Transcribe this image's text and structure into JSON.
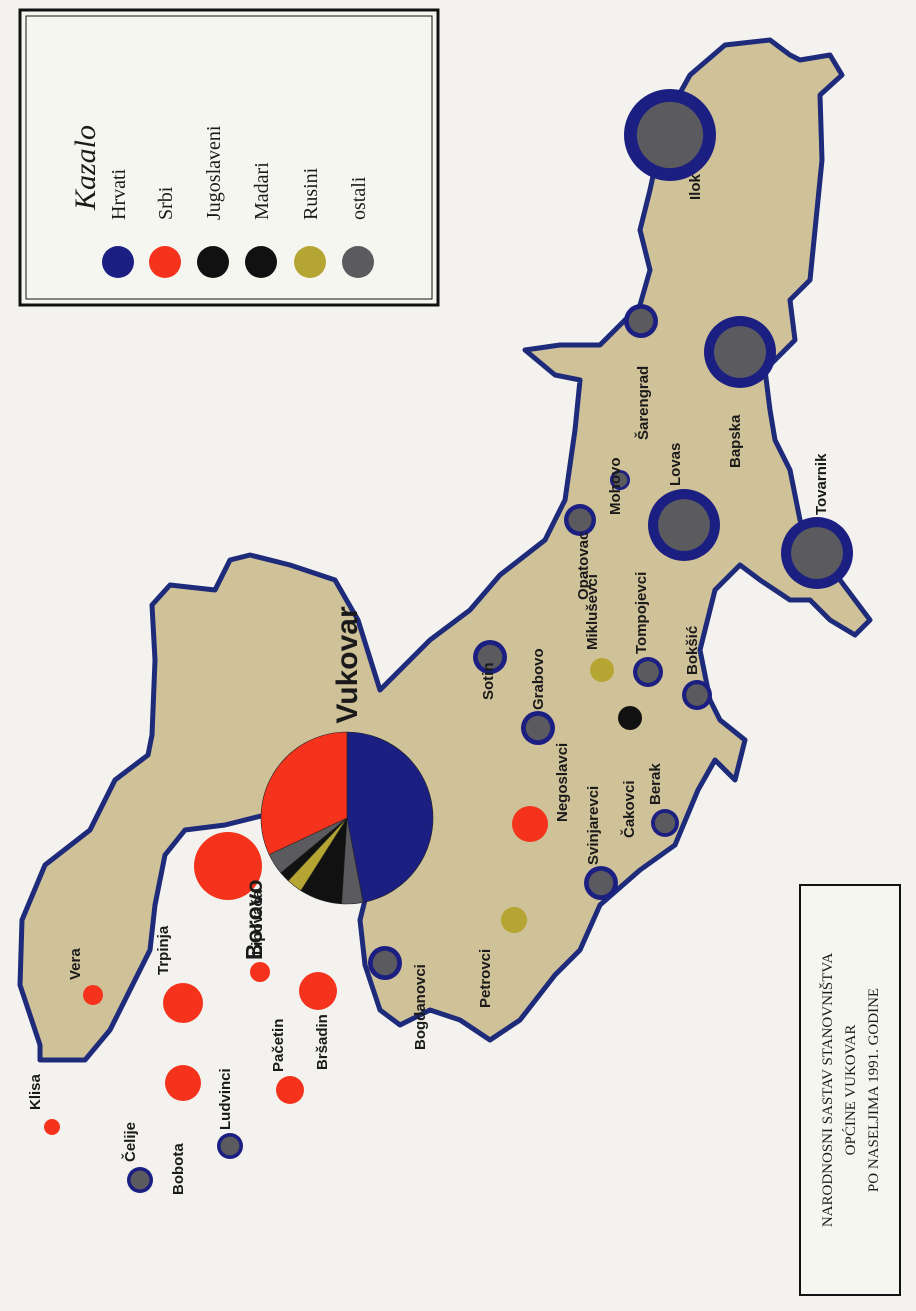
{
  "map": {
    "title_lines": [
      "NARODNOSNI SASTAV STANOVNIŠTVA",
      "OPĆINE VUKOVAR",
      "PO NASELJIMA 1991. GODINE"
    ],
    "legend": {
      "heading": "Kazalo",
      "items": [
        {
          "label": "Hrvati",
          "color": "#1c1f82"
        },
        {
          "label": "Srbi",
          "color": "#f5321c"
        },
        {
          "label": "Jugoslaveni",
          "color": "#111111"
        },
        {
          "label": "Madari",
          "color": "#111111"
        },
        {
          "label": "Rusini",
          "color": "#b5a532"
        },
        {
          "label": "ostali",
          "color": "#5b5a5e"
        }
      ]
    },
    "colors": {
      "territory": "#cfc198",
      "border": "#1e2a7a",
      "background": "#f3f2ee"
    },
    "city": {
      "name": "Vukovar",
      "shares": [
        {
          "group": "Hrvati",
          "color": "#1c1f82",
          "pct": 47
        },
        {
          "group": "ostali",
          "color": "#5b5a5e",
          "pct": 4
        },
        {
          "group": "Jugoslaveni",
          "color": "#111111",
          "pct": 8
        },
        {
          "group": "Rusini",
          "color": "#b5a532",
          "pct": 3
        },
        {
          "group": "Madari",
          "color": "#111111",
          "pct": 2
        },
        {
          "group": "ostali",
          "color": "#5b5a5e",
          "pct": 4
        },
        {
          "group": "Srbi",
          "color": "#f5321c",
          "pct": 32
        }
      ]
    },
    "settlements": [
      {
        "name": "Klisa",
        "type": "srbi"
      },
      {
        "name": "Vera",
        "type": "srbi"
      },
      {
        "name": "Trpinja",
        "type": "srbi"
      },
      {
        "name": "Borovo",
        "type": "srbi"
      },
      {
        "name": "Lipovača",
        "type": "srbi"
      },
      {
        "name": "Pačetin",
        "type": "srbi"
      },
      {
        "name": "Bršadin",
        "type": "srbi"
      },
      {
        "name": "Bobota",
        "type": "srbi"
      },
      {
        "name": "Čelije",
        "type": "hrvati"
      },
      {
        "name": "Ludvinci",
        "type": "hrvati"
      },
      {
        "name": "Bogdanovci",
        "type": "hrvati"
      },
      {
        "name": "Petrovci",
        "type": "rusini"
      },
      {
        "name": "Svinjarevci",
        "type": "hrvati"
      },
      {
        "name": "Negoslavci",
        "type": "srbi"
      },
      {
        "name": "Čakovci",
        "type": "madari"
      },
      {
        "name": "Berak",
        "type": "hrvati"
      },
      {
        "name": "Grabovo",
        "type": "hrvati"
      },
      {
        "name": "Sotin",
        "type": "hrvati"
      },
      {
        "name": "Mikluševci",
        "type": "rusini"
      },
      {
        "name": "Opatovac",
        "type": "hrvati"
      },
      {
        "name": "Tompojevci",
        "type": "hrvati"
      },
      {
        "name": "Bokšić",
        "type": "hrvati"
      },
      {
        "name": "Mohovo",
        "type": "hrvati"
      },
      {
        "name": "Lovas",
        "type": "hrvati"
      },
      {
        "name": "Tovarnik",
        "type": "hrvati"
      },
      {
        "name": "Šarengrad",
        "type": "hrvati"
      },
      {
        "name": "Bapska",
        "type": "hrvati"
      },
      {
        "name": "Ilok",
        "type": "hrvati"
      }
    ]
  }
}
